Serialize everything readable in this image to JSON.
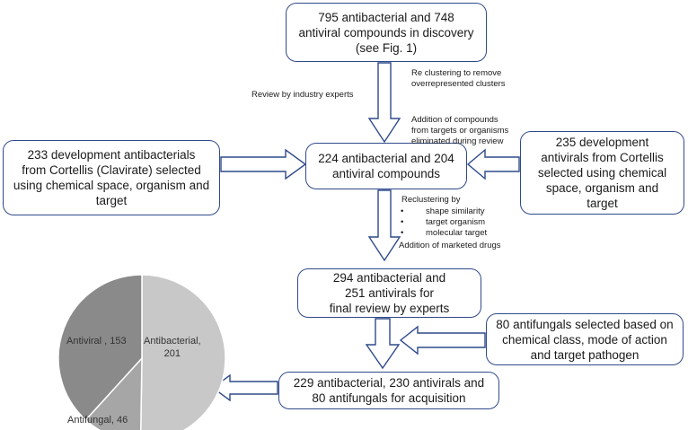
{
  "boxes": {
    "discovery": "795 antibacterial and 748\nantiviral compounds in discovery\n(see Fig. 1)",
    "dev_antibacterials": "233 development antibacterials\nfrom Cortellis (Clavirate) selected\nusing chemical space, organism and\ntarget",
    "middle": "224 antibacterial and 204\nantiviral  compounds",
    "dev_antivirals": "235 development\nantivirals from Cortellis\nselected using chemical\nspace, organism and\ntarget",
    "final_review": "294 antibacterial and\n251 antivirals for\nfinal review by experts",
    "antifungals": "80 antifungals selected based on\nchemical class, mode of action\nand target pathogen",
    "acquisition": "229 antibacterial, 230 antivirals and\n80 antifungals for acquisition"
  },
  "notes": {
    "review_experts": "Review by industry experts",
    "reclustering_remove": "Re clustering to remove\noverrepresented clusters",
    "addition_compounds": "Addition of compounds\n from targets or organisms\neliminated during review",
    "reclustering_by": "Reclustering by",
    "recluster_items": [
      "shape similarity",
      "target organism",
      "molecular target"
    ],
    "marketed": "Addition of marketed drugs"
  },
  "chart_data": {
    "type": "pie",
    "slices": [
      {
        "label": "Antibacterial",
        "value": 201,
        "color": "#c8c8c8",
        "text": "Antibacterial,\n201"
      },
      {
        "label": "Antifungal",
        "value": 46,
        "color": "#a6a6a6",
        "text": "Antifungal, 46"
      },
      {
        "label": "Antiviral",
        "value": 153,
        "color": "#8a8a8a",
        "text": "Antiviral , 153"
      }
    ]
  },
  "colors": {
    "box_border": "#2f4a8a",
    "arrow_border": "#2f4a8a"
  }
}
